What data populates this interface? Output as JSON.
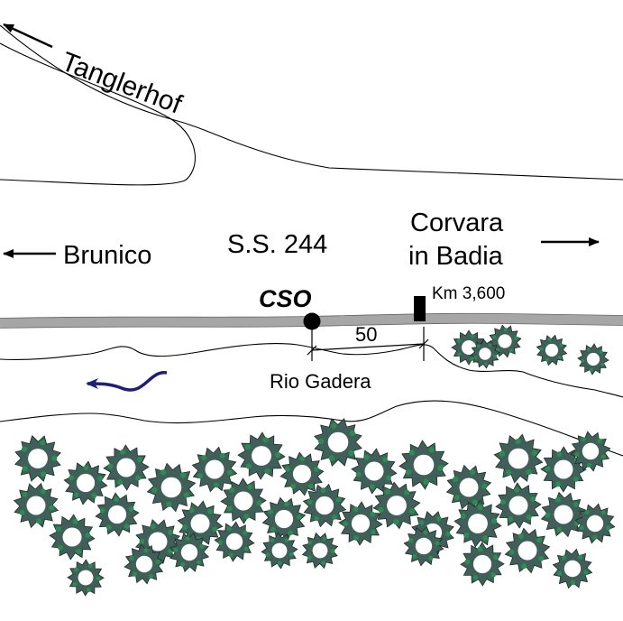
{
  "labels": {
    "tanglerhof": "Tanglerhof",
    "corvara_line1": "Corvara",
    "corvara_line2": "in Badia",
    "brunico": "Brunico",
    "road": "S.S. 244",
    "cso": "CSO",
    "km": "Km 3,600",
    "distance": "50",
    "river": "Rio Gadera"
  },
  "colors": {
    "road": "#a6a6a6",
    "river_flow_arrow": "#1f1f7a",
    "tree_dark": "#3f5f58",
    "tree_accent": "#2e8a55",
    "outline": "#000000"
  },
  "icons": {
    "direction_arrow": "arrow-icon",
    "cso_marker": "circle-marker",
    "km_marker": "rectangle-marker",
    "tree": "tree-cluster-icon",
    "flow_arrow": "curved-arrow-icon"
  }
}
